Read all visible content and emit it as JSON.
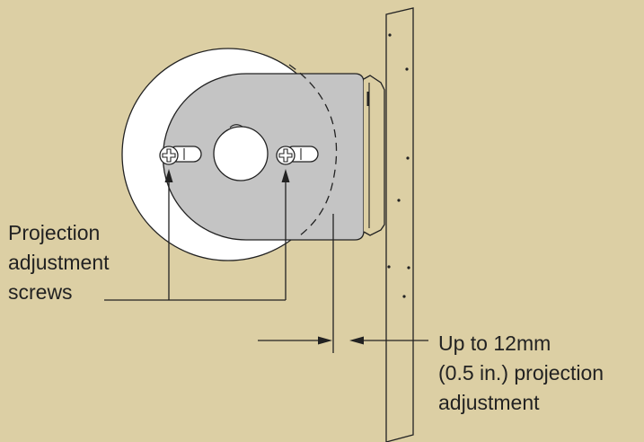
{
  "labels": {
    "screws": {
      "line1": "Projection",
      "line2": "adjustment",
      "line3": "screws"
    },
    "projection": {
      "line1": "Up to 12mm",
      "line2": "(0.5 in.) projection",
      "line3": "adjustment"
    }
  },
  "colors": {
    "background": "#dccfa4",
    "disc": "#ffffff",
    "plate": "#c4c4c4",
    "wall": "#dccfa4",
    "line": "#222222"
  }
}
